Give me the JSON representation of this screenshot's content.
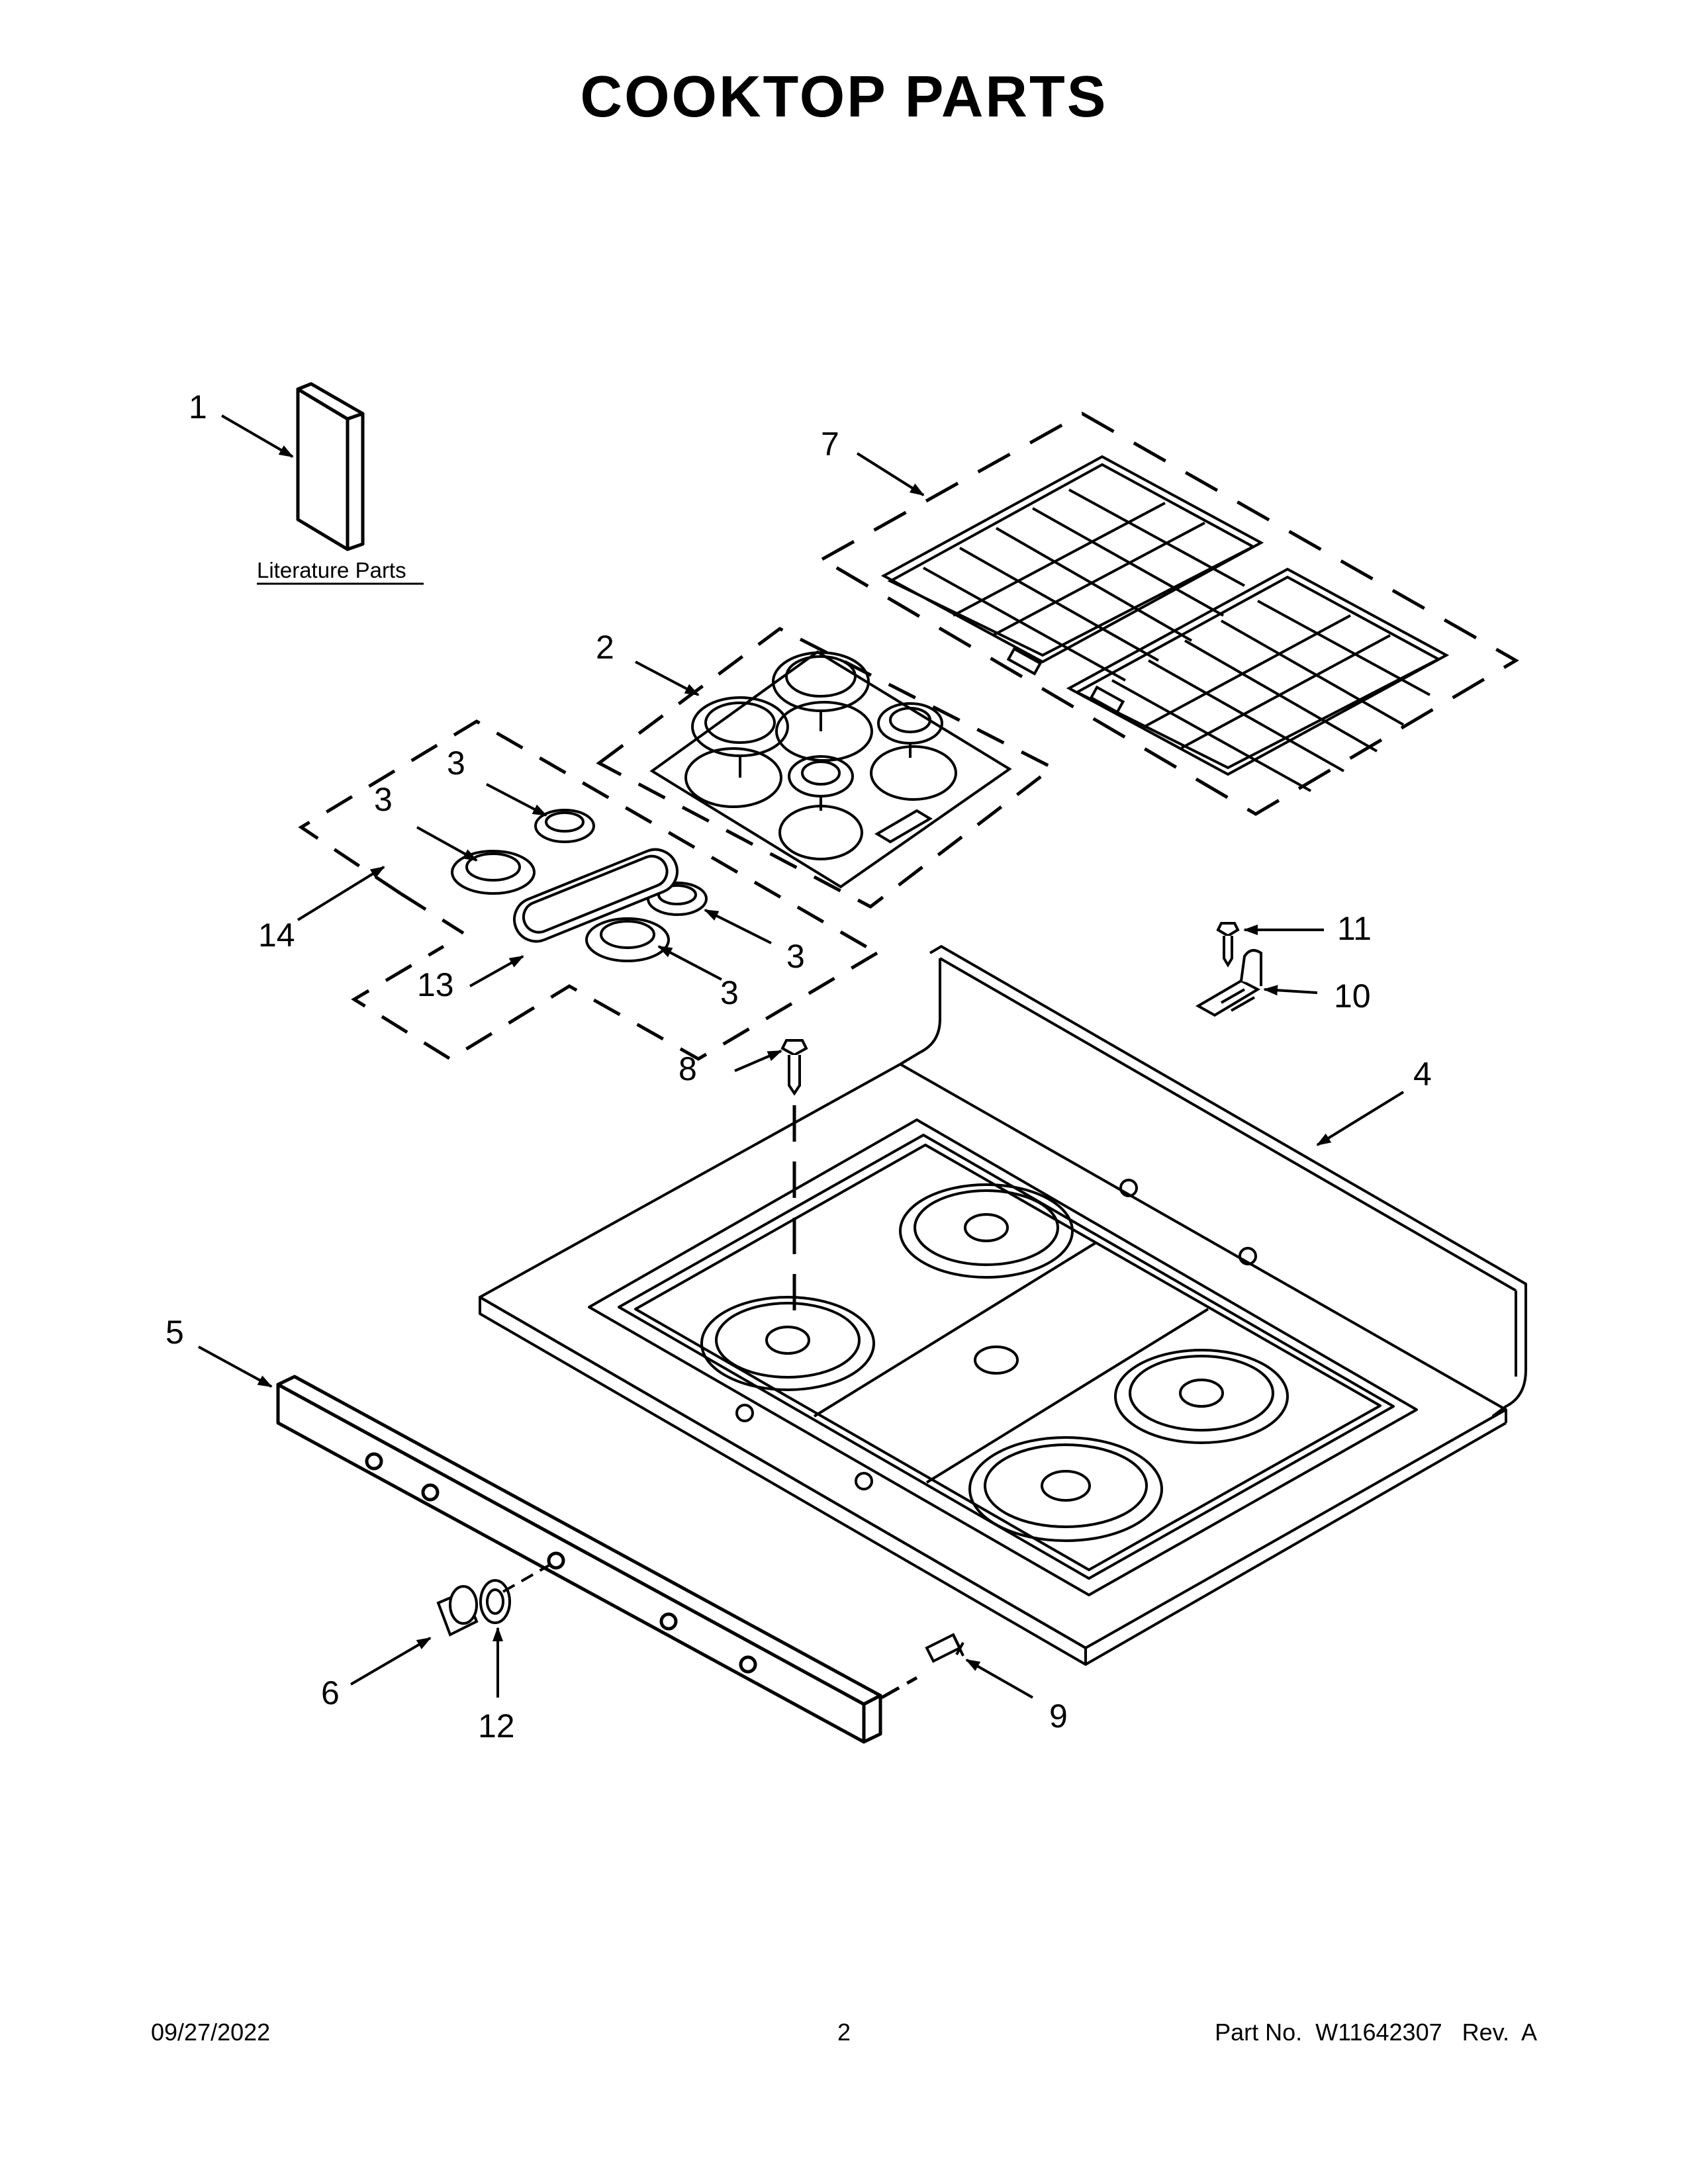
{
  "title": "COOKTOP PARTS",
  "callouts": {
    "c1": "1",
    "c2": "2",
    "c3a": "3",
    "c3b": "3",
    "c3c": "3",
    "c3d": "3",
    "c4": "4",
    "c5": "5",
    "c6": "6",
    "c7": "7",
    "c8": "8",
    "c9": "9",
    "c10": "10",
    "c11": "11",
    "c12": "12",
    "c13": "13",
    "c14": "14"
  },
  "literature_label": "Literature Parts",
  "footer": {
    "date": "09/27/2022",
    "page": "2",
    "part": "Part No.  W11642307   Rev.  A"
  }
}
